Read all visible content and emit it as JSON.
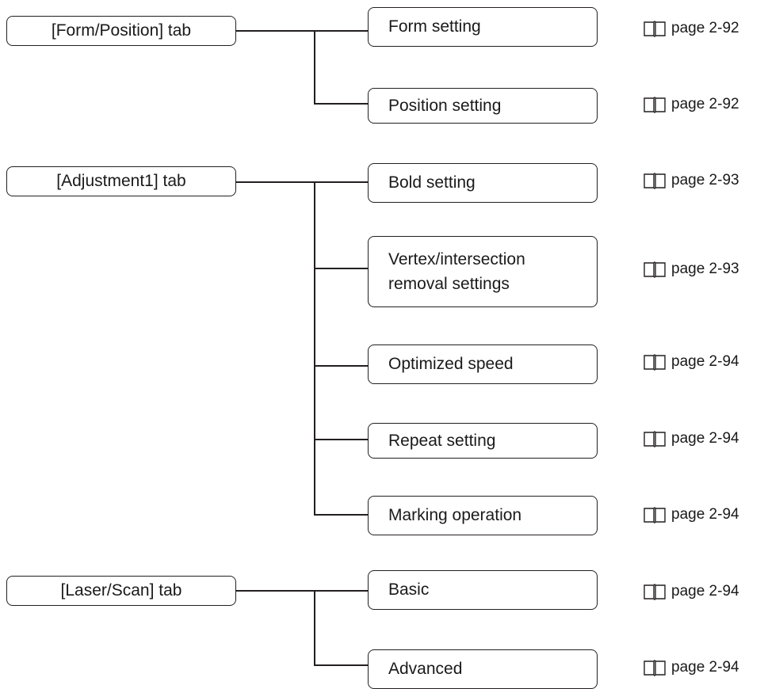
{
  "groups": [
    {
      "tab_label": "[Form/Position] tab",
      "settings": [
        {
          "label": "Form setting",
          "ref": "page 2-92",
          "icon": "book-icon"
        },
        {
          "label": "Position setting",
          "ref": "page 2-92",
          "icon": "book-icon"
        }
      ]
    },
    {
      "tab_label": "[Adjustment1] tab",
      "settings": [
        {
          "label": "Bold setting",
          "ref": "page 2-93",
          "icon": "book-icon"
        },
        {
          "label": "Vertex/intersection removal settings",
          "label_lines": [
            "Vertex/intersection",
            "removal settings"
          ],
          "ref": "page 2-93",
          "icon": "book-icon"
        },
        {
          "label": "Optimized speed",
          "ref": "page 2-94",
          "icon": "book-icon"
        },
        {
          "label": "Repeat setting",
          "ref": "page 2-94",
          "icon": "book-icon"
        },
        {
          "label": "Marking operation",
          "ref": "page 2-94",
          "icon": "book-icon"
        }
      ]
    },
    {
      "tab_label": "[Laser/Scan] tab",
      "settings": [
        {
          "label": "Basic",
          "ref": "page 2-94",
          "icon": "book-icon"
        },
        {
          "label": "Advanced",
          "ref": "page 2-94",
          "icon": "book-icon"
        }
      ]
    }
  ]
}
